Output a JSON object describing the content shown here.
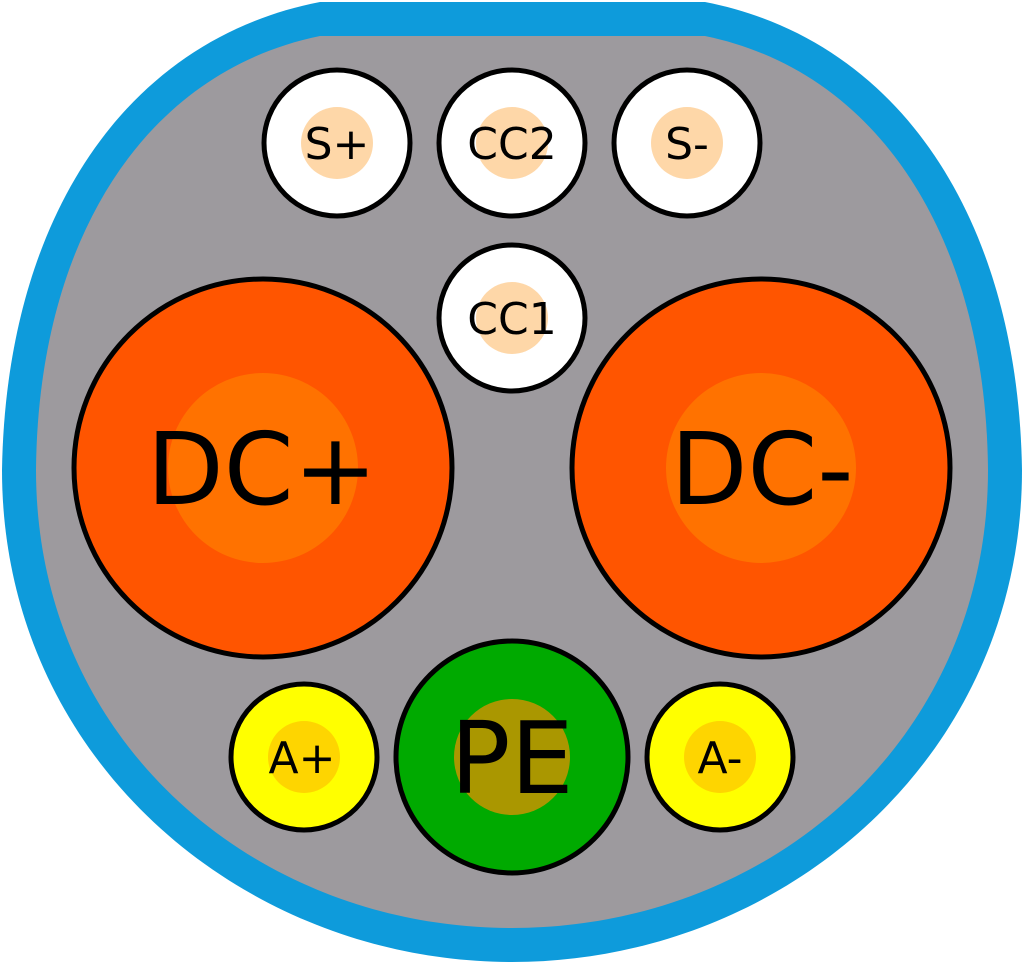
{
  "colors": {
    "rim": "#0e9bdb",
    "face": "#9d9a9e",
    "outline": "#000000",
    "signal_pin": "#ffffff",
    "signal_core": "#fed7a8",
    "power_pin": "#ff5500",
    "power_core": "#ff7200",
    "earth_pin": "#00aa00",
    "earth_core": "#aa9700",
    "aux_pin": "#ffff00",
    "aux_core": "#fed500"
  },
  "pins": {
    "s_plus": {
      "label": "S+"
    },
    "cc2": {
      "label": "CC2"
    },
    "s_minus": {
      "label": "S-"
    },
    "cc1": {
      "label": "CC1"
    },
    "dc_plus": {
      "label": "DC+"
    },
    "dc_minus": {
      "label": "DC-"
    },
    "a_plus": {
      "label": "A+"
    },
    "pe": {
      "label": "PE"
    },
    "a_minus": {
      "label": "A-"
    }
  }
}
